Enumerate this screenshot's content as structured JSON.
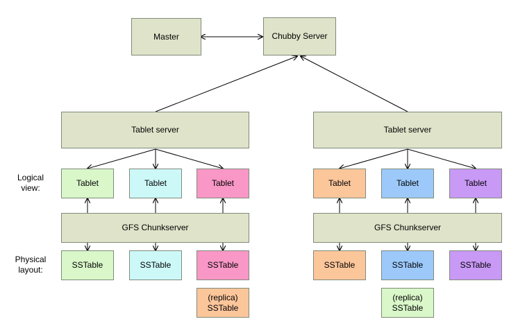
{
  "nodes": {
    "master": {
      "label": "Master",
      "color": "#dfe3c9"
    },
    "chubby": {
      "label": "Chubby Server",
      "color": "#dfe3c9"
    },
    "tablet_server_left": {
      "label": "Tablet server",
      "color": "#dfe3c9"
    },
    "tablet_server_right": {
      "label": "Tablet server",
      "color": "#dfe3c9"
    },
    "gfs_left": {
      "label": "GFS Chunkserver",
      "color": "#dfe3c9"
    },
    "gfs_right": {
      "label": "GFS Chunkserver",
      "color": "#dfe3c9"
    }
  },
  "tablets": [
    {
      "label": "Tablet",
      "color": "#d9f7c9"
    },
    {
      "label": "Tablet",
      "color": "#ccf8f8"
    },
    {
      "label": "Tablet",
      "color": "#f997c6"
    },
    {
      "label": "Tablet",
      "color": "#fcc69b"
    },
    {
      "label": "Tablet",
      "color": "#9cc9fa"
    },
    {
      "label": "Tablet",
      "color": "#c999f6"
    }
  ],
  "sstables": [
    {
      "label": "SSTable",
      "color": "#d9f7c9"
    },
    {
      "label": "SSTable",
      "color": "#ccf8f8"
    },
    {
      "label": "SSTable",
      "color": "#f997c6"
    },
    {
      "label": "SSTable",
      "color": "#fcc69b"
    },
    {
      "label": "SSTable",
      "color": "#9cc9fa"
    },
    {
      "label": "SSTable",
      "color": "#c999f6"
    }
  ],
  "replicas": [
    {
      "line1": "(replica)",
      "line2": "SSTable",
      "color": "#fcc69b"
    },
    {
      "line1": "(replica)",
      "line2": "SSTable",
      "color": "#d9f7c9"
    }
  ],
  "labels": {
    "logical_1": "Logical",
    "logical_2": "view:",
    "physical_1": "Physical",
    "physical_2": "layout:"
  }
}
